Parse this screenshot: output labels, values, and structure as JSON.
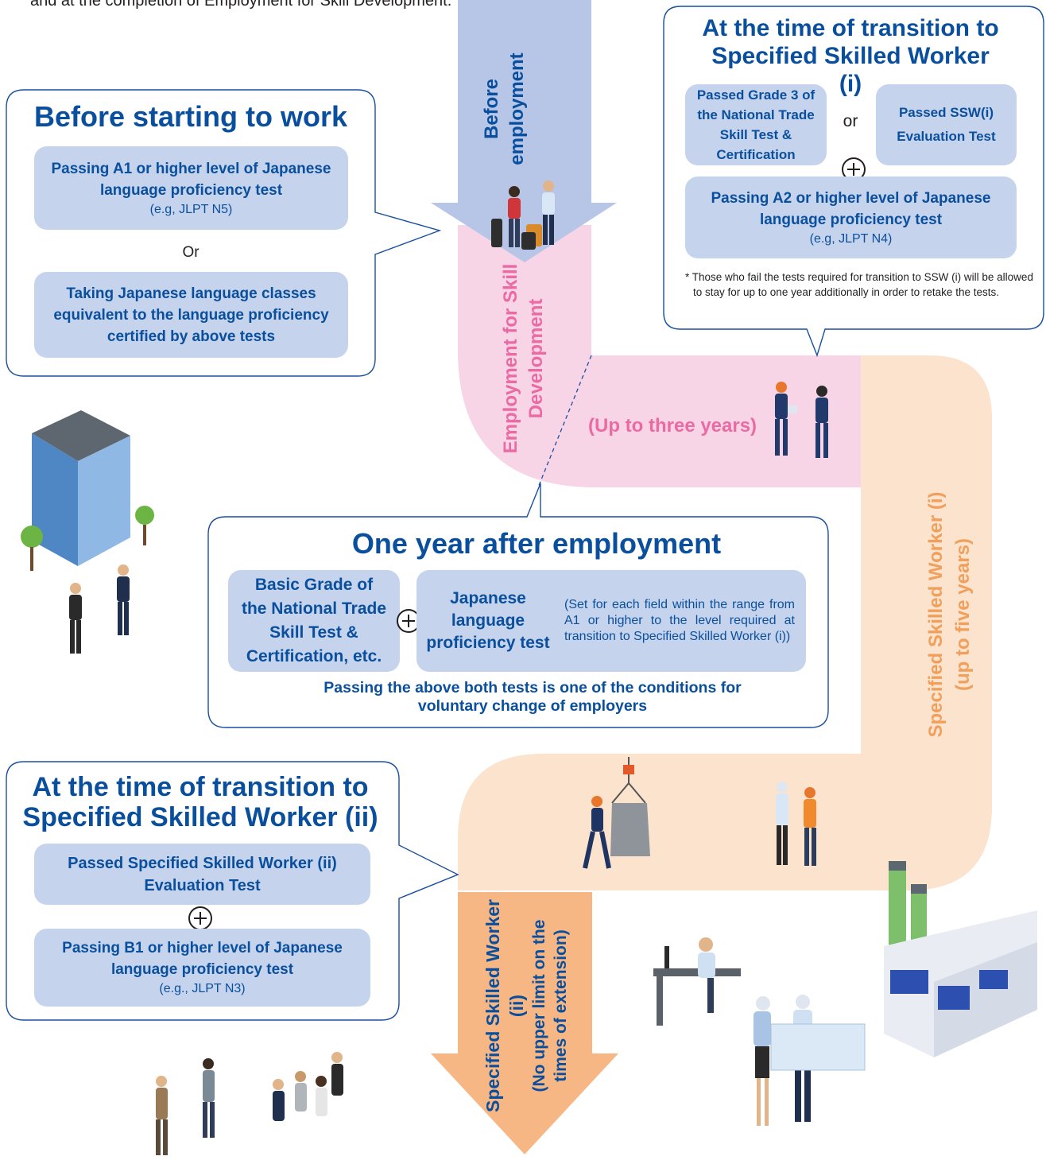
{
  "intro_text": "and at the completion of Employment for Skill Development.",
  "before_work": {
    "title": "Before starting to work",
    "option1_main": "Passing A1 or higher level of Japanese language proficiency test",
    "option1_sub": "(e.g, JLPT N5)",
    "or_label": "Or",
    "option2_main": "Taking Japanese language classes equivalent to the language proficiency certified by above tests"
  },
  "ssw1_transition": {
    "title": "At the time of transition to Specified Skilled Worker (i)",
    "option1": "Passed Grade 3 of the National Trade Skill Test & Certification",
    "or_label": "or",
    "option2": "Passed SSW(i) Evaluation Test",
    "language_main": "Passing A2 or higher level of Japanese language proficiency test",
    "language_sub": "(e.g, JLPT N4)",
    "note": "* Those who fail the tests required for transition to SSW (i) will be allowed to stay for up to one year additionally in order to retake the tests."
  },
  "one_year": {
    "title": "One year after employment",
    "skill_test": "Basic Grade of the National Trade Skill Test & Certification, etc.",
    "language_test": "Japanese language proficiency test",
    "language_note": "(Set for each field within the range from A1 or higher to the level required at transition to Specified Skilled Worker (i))",
    "footer": "Passing the above both tests is one of the conditions for voluntary change of employers"
  },
  "ssw2_transition": {
    "title": "At the time of transition to Specified Skilled Worker (ii)",
    "option1": "Passed Specified Skilled Worker (ii) Evaluation Test",
    "language_main": "Passing B1 or higher level of Japanese language proficiency test",
    "language_sub": "(e.g., JLPT N3)"
  },
  "flow": {
    "before_employment": "Before employment",
    "esd_label": "Employment for Skill Development",
    "esd_duration": "(Up to three years)",
    "ssw1_label": "Specified Skilled Worker (i)",
    "ssw1_duration": "(up to five years)",
    "ssw2_label": "Specified Skilled Worker (ii)",
    "ssw2_note": "(No upper limit on the times of extension)"
  },
  "colors": {
    "title_blue": "#0a4f9e",
    "pill_blue": "#c5d4ec",
    "arrow_blue": "#b7c6e6",
    "esd_pink": "#f7d5e6",
    "esd_text": "#ec6aa3",
    "ssw1_peach": "#fbe3cd",
    "ssw1_text": "#f0a05c",
    "ssw2_orange": "#f7b784"
  },
  "illustrations": [
    "office-building-icon",
    "handshake-people-icon",
    "workers-icon",
    "crane-worker-icon",
    "factory-icon",
    "business-people-icon",
    "engineers-icon"
  ]
}
